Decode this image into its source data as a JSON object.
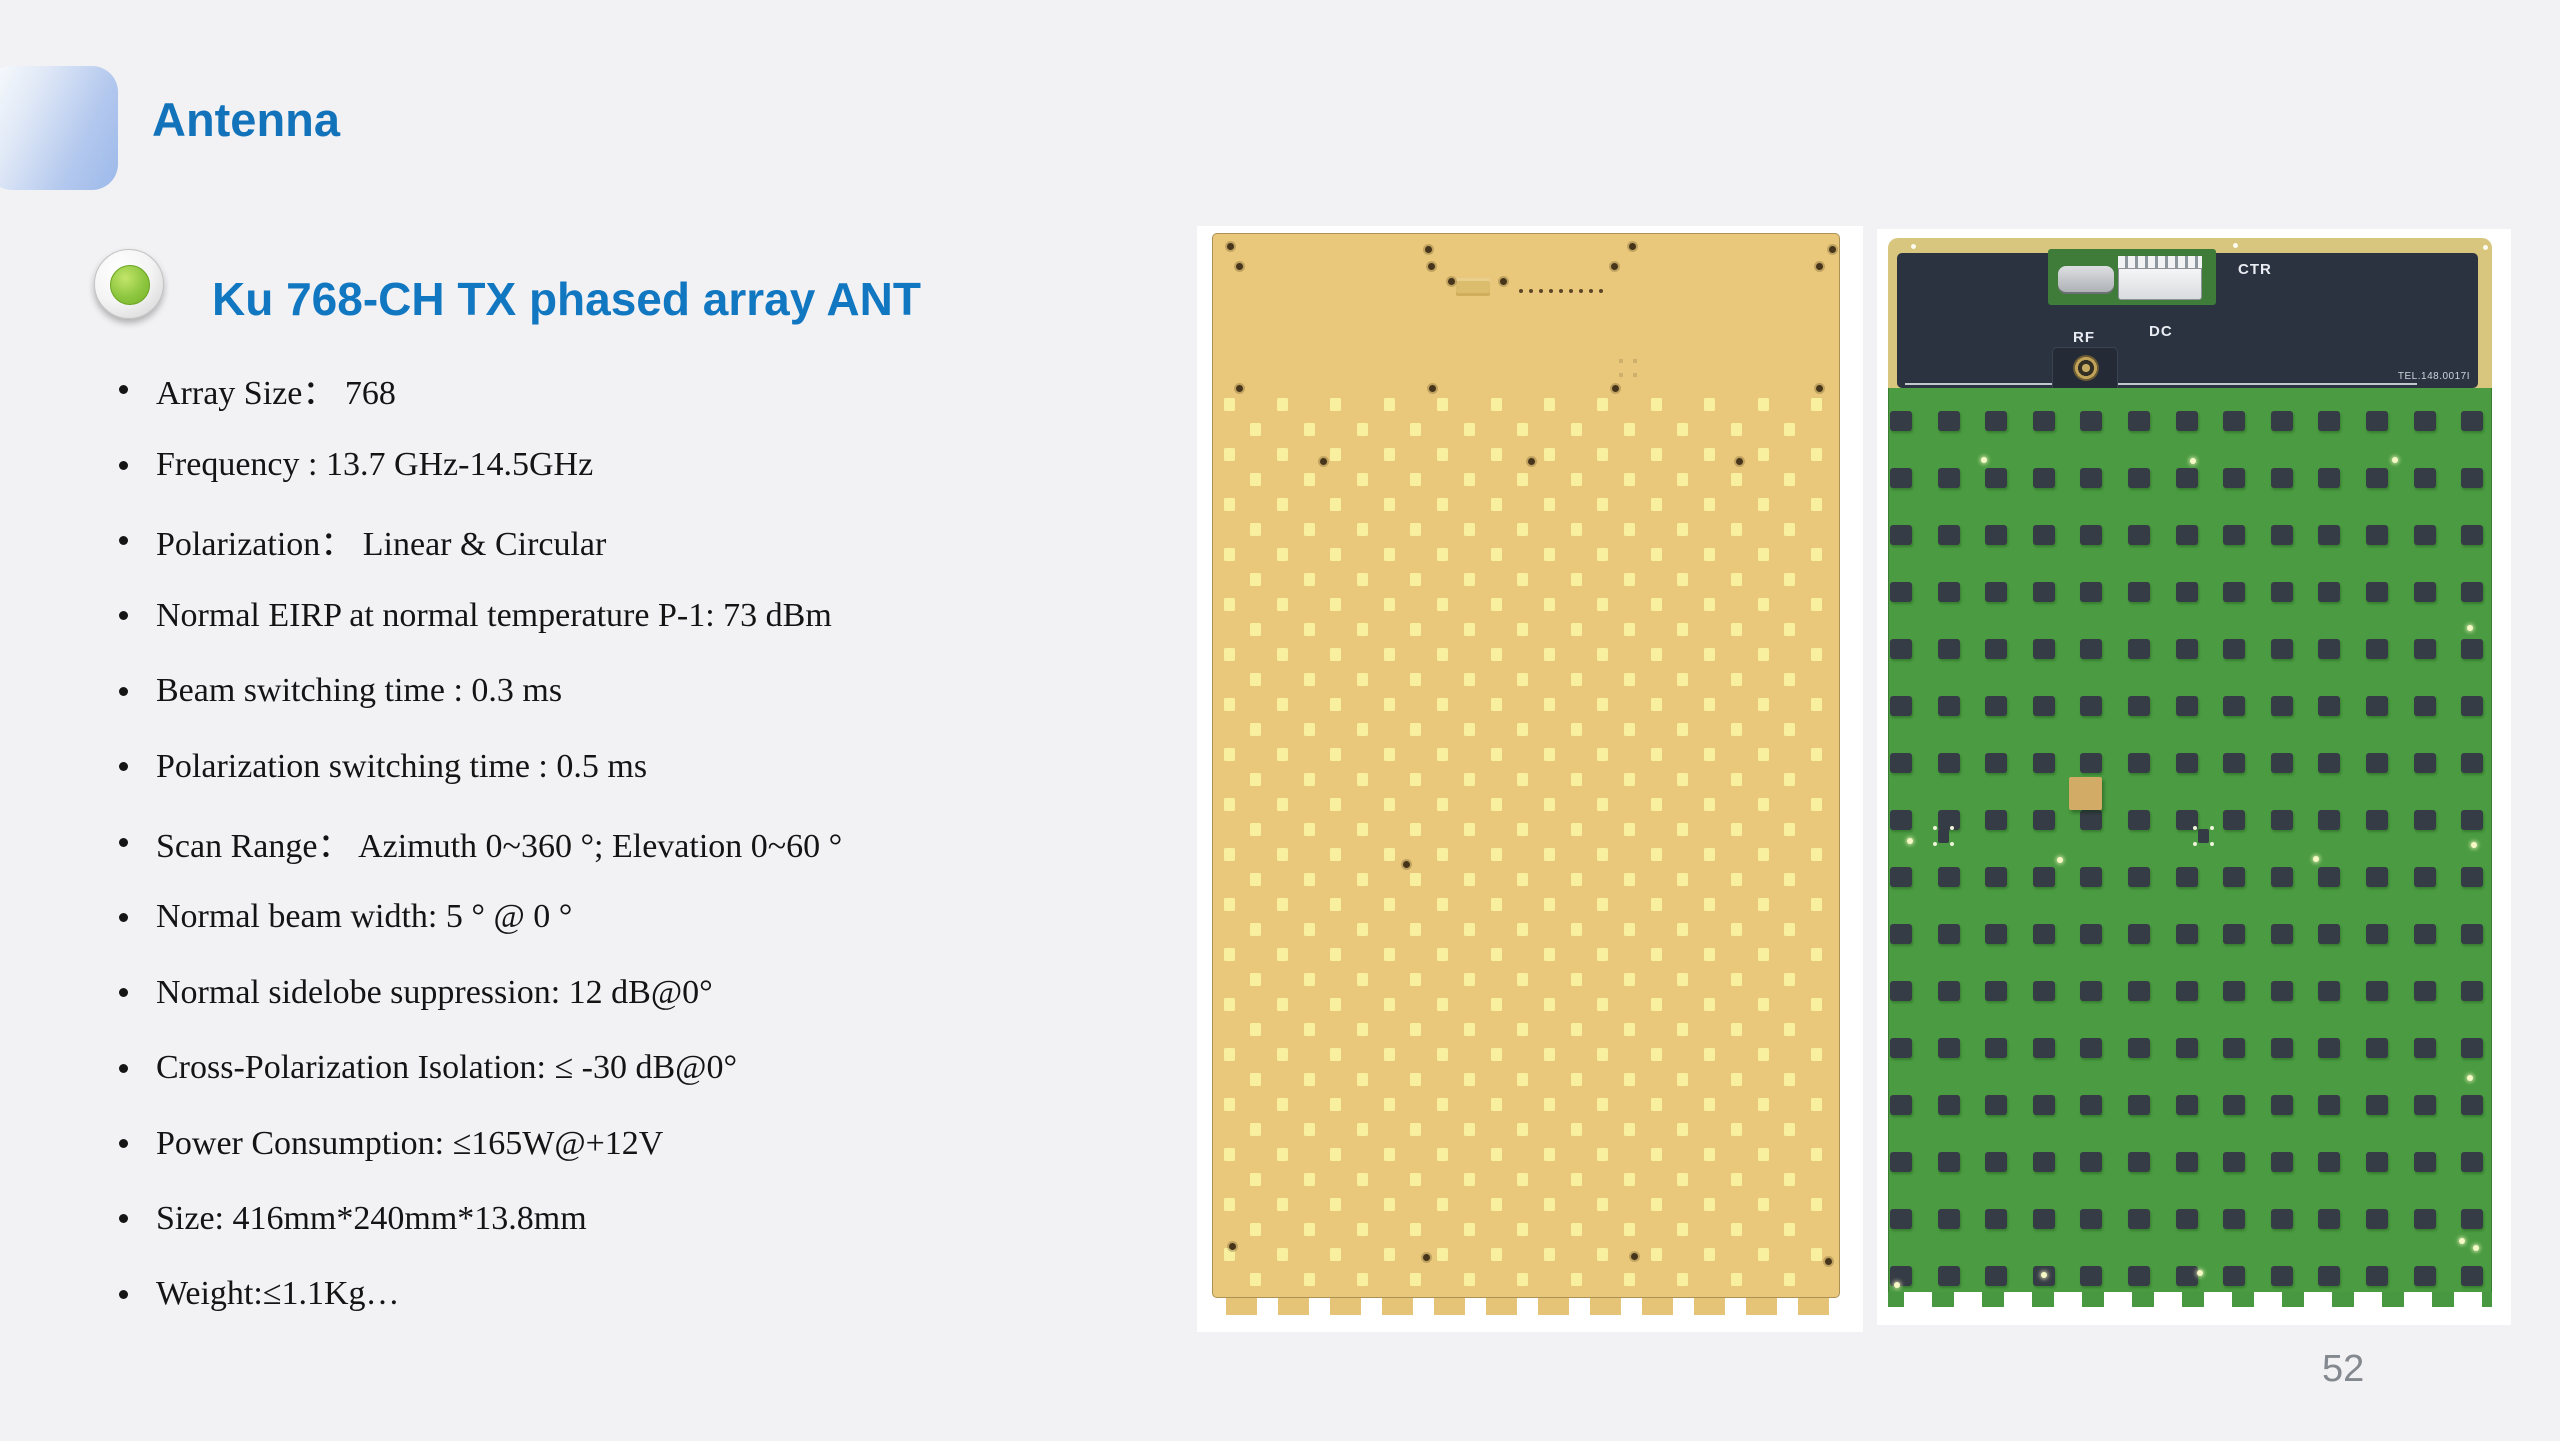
{
  "header": {
    "title": "Antenna"
  },
  "section": {
    "title": "Ku 768-CH TX phased array ANT"
  },
  "specs": {
    "items": [
      "Array Size： 768",
      "Frequency : 13.7 GHz-14.5GHz",
      "Polarization： Linear & Circular",
      "Normal EIRP at normal temperature P-1: 73 dBm",
      "Beam switching time : 0.3 ms",
      "Polarization switching time : 0.5 ms",
      "Scan Range： Azimuth 0~360 °; Elevation 0~60 °",
      "Normal beam width: 5 ° @ 0 °",
      "Normal sidelobe suppression: 12 dB@0°",
      "Cross-Polarization Isolation: ≤ -30 dB@0°",
      "Power Consumption: ≤165W@+12V",
      "Size: 416mm*240mm*13.8mm",
      "Weight:≤1.1Kg…"
    ]
  },
  "board_back": {
    "labels": {
      "ctr": "CTR",
      "dc": "DC",
      "rf": "RF",
      "serial": "TEL.148.0017I"
    }
  },
  "footer": {
    "page_number": "52"
  },
  "colors": {
    "accent_blue": "#1273BA",
    "subtitle_blue": "#1277C1",
    "bullet_green": "#8DC63F",
    "tab_gradient_blue": "#9CB9EA",
    "gold_board": "#E9C87C",
    "gold_patch": "#F8F09E",
    "pcb_green": "#4A9B41",
    "chip_dark": "#363C45",
    "shield_navy": "#2B3341",
    "tan_edge": "#D8C57E",
    "page_number_gray": "#84888F",
    "background": "#F2F2F4"
  }
}
